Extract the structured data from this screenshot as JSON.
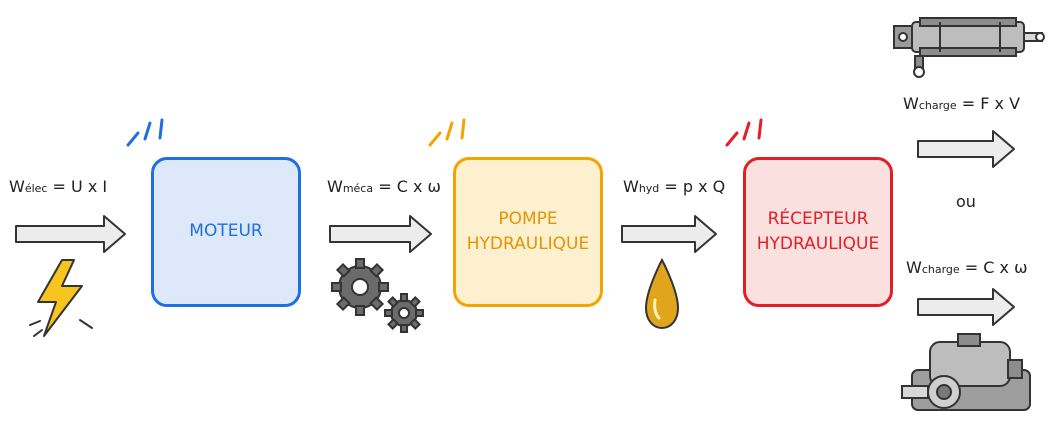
{
  "inputs": {
    "elec": {
      "symbol": "W",
      "sub": "élec",
      "rest": " = U x I"
    },
    "meca": {
      "symbol": "W",
      "sub": "méca",
      "rest": " = C x ω"
    },
    "hyd": {
      "symbol": "W",
      "sub": "hyd",
      "rest": " = p x Q"
    }
  },
  "blocks": {
    "moteur": {
      "line1": "MOTEUR",
      "color": "#1f6fe0"
    },
    "pompe": {
      "line1": "POMPE",
      "line2": "HYDRAULIQUE",
      "color": "#f2a400"
    },
    "recepteur": {
      "line1": "RÉCEPTEUR",
      "line2": "HYDRAULIQUE",
      "color": "#e21f26"
    }
  },
  "outputs": {
    "vérin": {
      "symbol": "W",
      "sub": "charge",
      "rest": " = F x V"
    },
    "or_label": "ou",
    "moteur": {
      "symbol": "W",
      "sub": "charge",
      "rest": " = C x ω"
    }
  },
  "icons": [
    "lightning-icon",
    "gears-icon",
    "oil-drop-icon",
    "hydraulic-cylinder-icon",
    "hydraulic-motor-icon"
  ]
}
